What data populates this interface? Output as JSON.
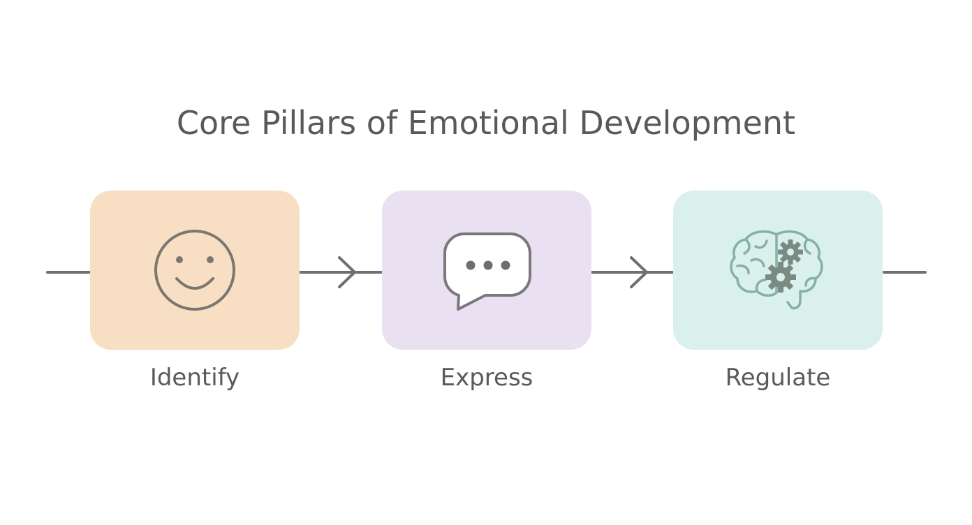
{
  "diagram": {
    "title": "Core Pillars of Emotional Development",
    "colors": {
      "connector": "#6f6f6f",
      "title_text": "#595959",
      "label_text": "#5a5a5a"
    },
    "pillars": [
      {
        "label": "Identify",
        "icon": "smiley-face-icon",
        "color": "#f8dfc4",
        "icon_color": "#7a7670"
      },
      {
        "label": "Express",
        "icon": "speech-bubble-icon",
        "color": "#e9e1f1",
        "icon_color": "#7a787d"
      },
      {
        "label": "Regulate",
        "icon": "brain-gears-icon",
        "color": "#daf0ed",
        "icon_color": "#7fa99b"
      }
    ]
  }
}
